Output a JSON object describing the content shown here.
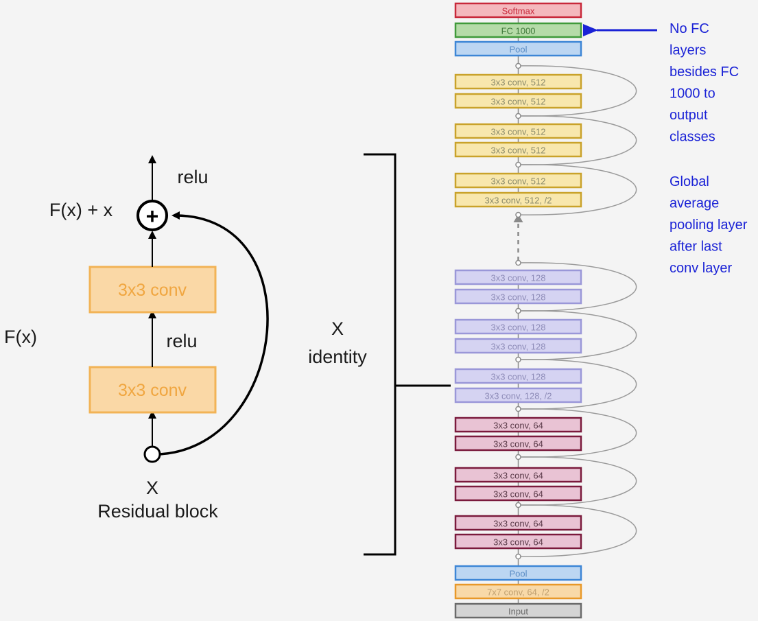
{
  "residual_block": {
    "caption": "Residual block",
    "input_label": "X",
    "output_label": "F(x) + x",
    "side_label": "F(x)",
    "relu_top": "relu",
    "relu_mid": "relu",
    "conv_top": "3x3 conv",
    "conv_bottom": "3x3 conv",
    "plus_symbol": "+"
  },
  "bracket": {
    "label_line1": "X",
    "label_line2": "identity"
  },
  "network": {
    "layers": [
      {
        "label": "Softmax",
        "style": "softmax"
      },
      {
        "label": "FC 1000",
        "style": "fc"
      },
      {
        "label": "Pool",
        "style": "pool"
      },
      {
        "label": "3x3 conv, 512",
        "style": "c512"
      },
      {
        "label": "3x3 conv, 512",
        "style": "c512"
      },
      {
        "label": "3x3 conv, 512",
        "style": "c512"
      },
      {
        "label": "3x3 conv, 512",
        "style": "c512"
      },
      {
        "label": "3x3 conv, 512",
        "style": "c512"
      },
      {
        "label": "3x3 conv, 512, /2",
        "style": "c512"
      },
      {
        "label": "3x3 conv, 128",
        "style": "c128"
      },
      {
        "label": "3x3 conv, 128",
        "style": "c128"
      },
      {
        "label": "3x3 conv, 128",
        "style": "c128"
      },
      {
        "label": "3x3 conv, 128",
        "style": "c128"
      },
      {
        "label": "3x3 conv, 128",
        "style": "c128"
      },
      {
        "label": "3x3 conv, 128, /2",
        "style": "c128"
      },
      {
        "label": "3x3 conv, 64",
        "style": "c64"
      },
      {
        "label": "3x3 conv, 64",
        "style": "c64"
      },
      {
        "label": "3x3 conv, 64",
        "style": "c64"
      },
      {
        "label": "3x3 conv, 64",
        "style": "c64"
      },
      {
        "label": "3x3 conv, 64",
        "style": "c64"
      },
      {
        "label": "3x3 conv, 64",
        "style": "c64"
      },
      {
        "label": "Pool",
        "style": "pool"
      },
      {
        "label": "7x7 conv, 64, /2",
        "style": "conv7"
      },
      {
        "label": "Input",
        "style": "input"
      }
    ]
  },
  "annotations": {
    "fc_note": [
      "No FC",
      "layers",
      "besides FC",
      "1000 to",
      "output",
      "classes"
    ],
    "pool_note": [
      "Global",
      "average",
      "pooling layer",
      "after last",
      "conv layer"
    ]
  },
  "colors": {
    "conv_orange": "#f2b356",
    "conv_orange_fill": "#fad8a6",
    "annotation_blue": "#1a22d6"
  }
}
